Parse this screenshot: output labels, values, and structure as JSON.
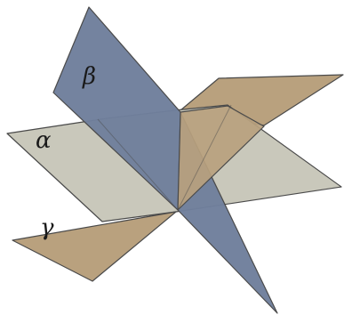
{
  "planes": {
    "beta": {
      "label": "β",
      "color": "#6f7f9c"
    },
    "alpha": {
      "label": "α",
      "color": "#c9c8bb"
    },
    "gamma": {
      "label": "γ",
      "color": "#b9a17e"
    }
  },
  "edge_color": "#4a4a4a"
}
